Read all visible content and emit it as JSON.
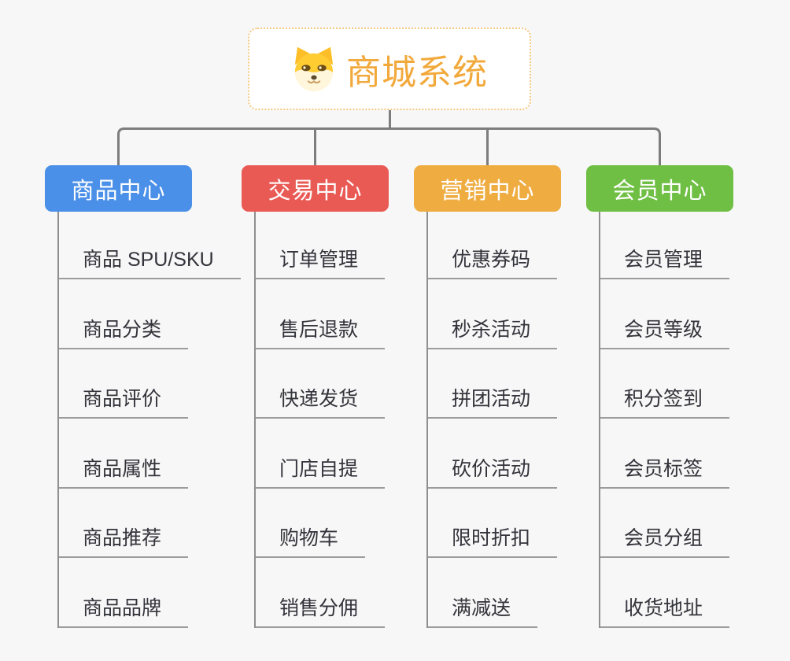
{
  "page": {
    "background_color": "#F7F7F7"
  },
  "root_node": {
    "title": "商城系统",
    "icon": "shiba-dog-icon",
    "title_color": "#F2A93B",
    "border_color": "#F4C77E"
  },
  "connectors": {
    "tree_color": "#7D7D7D",
    "branch_line_color": "#8F8F8F",
    "underline_color": "#9C9C9C"
  },
  "branches": [
    {
      "key": "product",
      "label": "商品中心",
      "color": "#4A8FE8",
      "children": [
        "商品 SPU/SKU",
        "商品分类",
        "商品评价",
        "商品属性",
        "商品推荐",
        "商品品牌"
      ]
    },
    {
      "key": "trade",
      "label": "交易中心",
      "color": "#E95A55",
      "children": [
        "订单管理",
        "售后退款",
        "快递发货",
        "门店自提",
        "购物车",
        "销售分佣"
      ]
    },
    {
      "key": "marketing",
      "label": "营销中心",
      "color": "#EFAC41",
      "children": [
        "优惠券码",
        "秒杀活动",
        "拼团活动",
        "砍价活动",
        "限时折扣",
        "满减送"
      ]
    },
    {
      "key": "member",
      "label": "会员中心",
      "color": "#6FBF44",
      "children": [
        "会员管理",
        "会员等级",
        "积分签到",
        "会员标签",
        "会员分组",
        "收货地址"
      ]
    }
  ]
}
